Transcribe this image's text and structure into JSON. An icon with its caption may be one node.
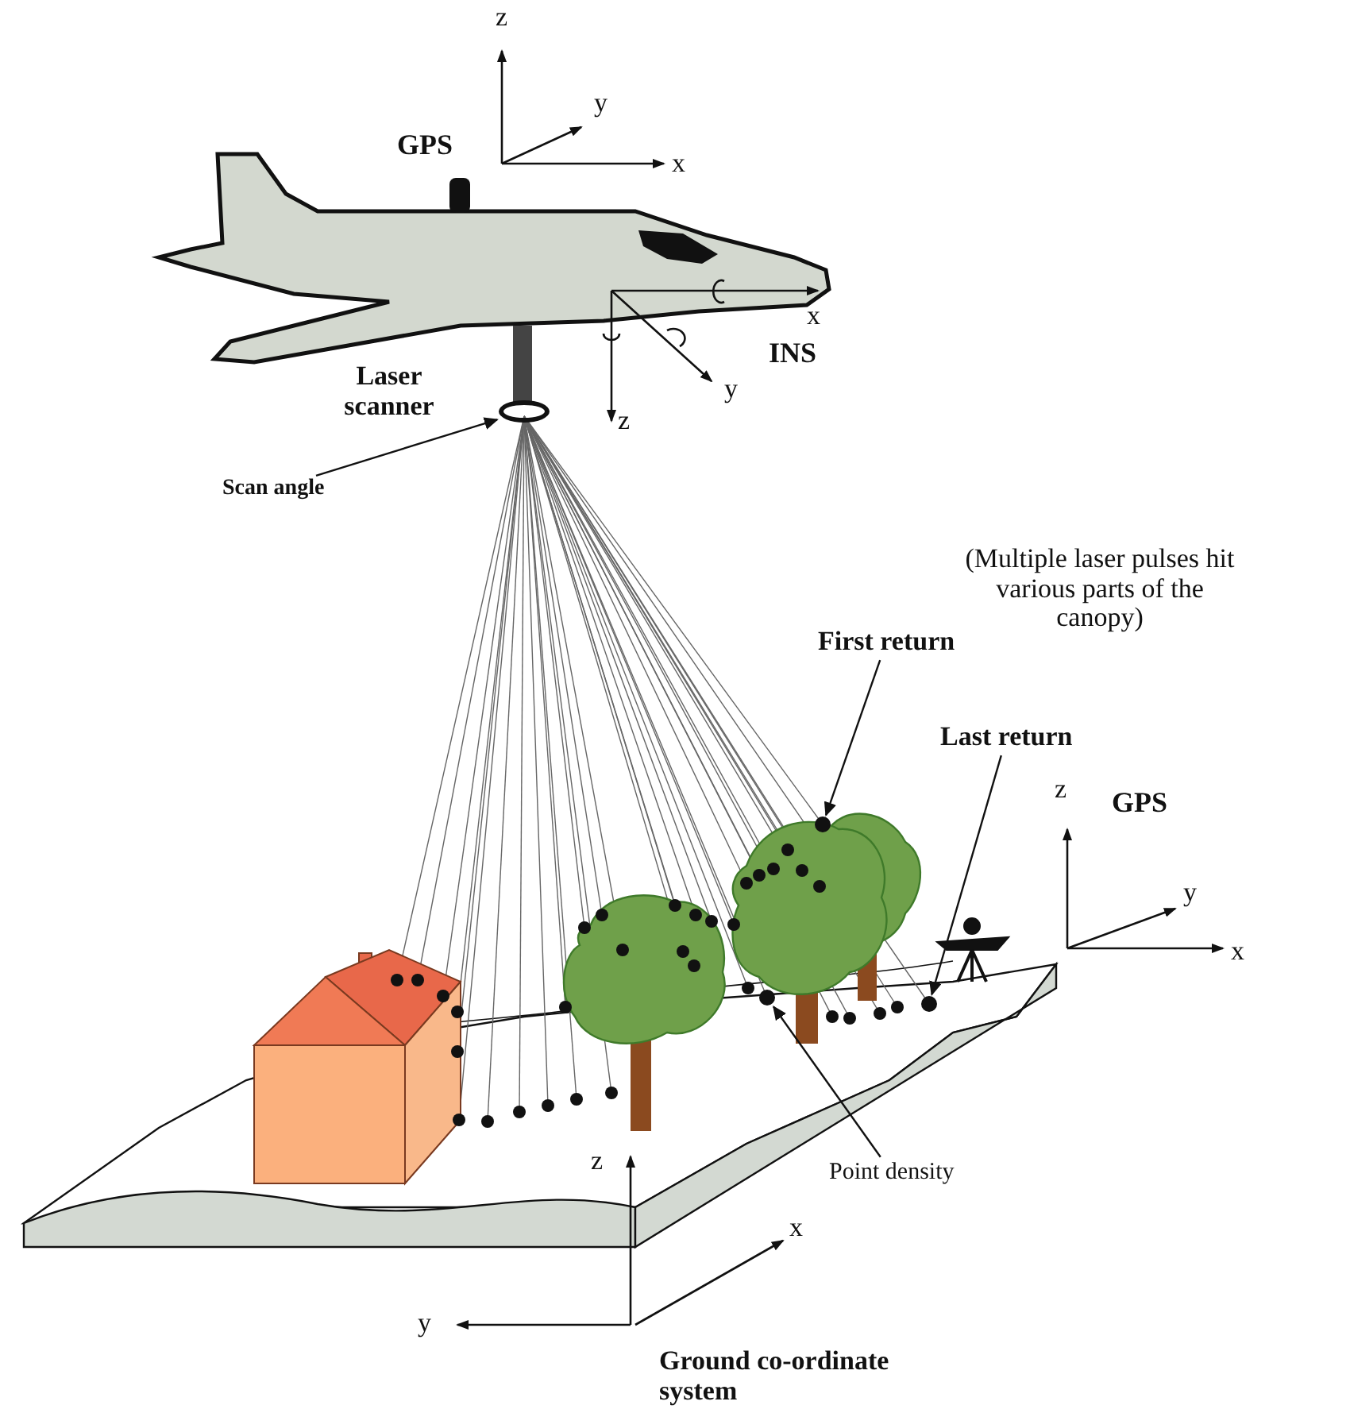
{
  "diagram": {
    "nodes": [
      {
        "text": [
          "Scan angle"
        ]
      },
      {
        "text": [],
        "shape": "circle"
      },
      {
        "text": [
          "First return"
        ]
      },
      {
        "text": [],
        "shape": "circle"
      },
      {
        "text": [
          "Last return"
        ]
      },
      {
        "text": [],
        "shape": "circle"
      },
      {
        "text": [
          "Point density"
        ]
      },
      {
        "text": [],
        "shape": "circle"
      }
    ],
    "edges": [
      {
        "from": 0,
        "to": 1,
        "arrow": "to"
      },
      {
        "from": 2,
        "to": 3,
        "arrow": "to"
      },
      {
        "from": 4,
        "to": 5,
        "arrow": "to"
      },
      {
        "from": 6,
        "to": 7,
        "arrow": "to"
      }
    ],
    "labels": [
      "z",
      "y",
      "GPS",
      "x",
      "x",
      "INS",
      "Laser scanner",
      "y",
      "z",
      "(Multiple laser pulses hit various parts of the canopy)",
      "z",
      "GPS",
      "y",
      "x",
      "z",
      "x",
      "y",
      "Ground co-ordinate system"
    ]
  }
}
